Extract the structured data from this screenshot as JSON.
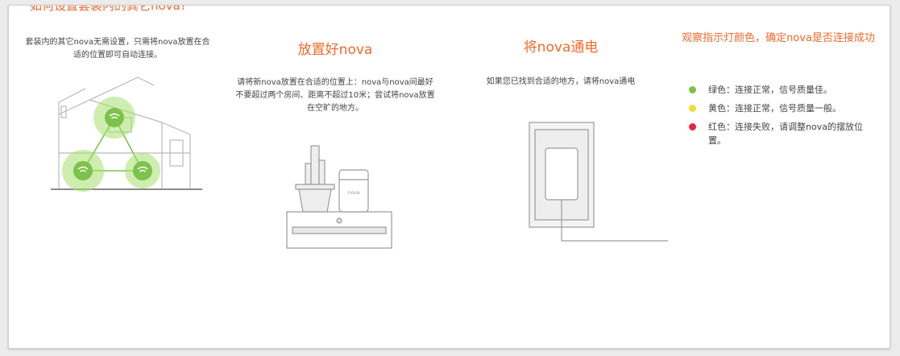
{
  "steps": [
    {
      "title": "如何设置套装内的其它nova?",
      "desc": "套装内的其它nova无需设置，只需将nova放置在合适的位置即可自动连接。",
      "illustration_icon": "house-mesh-illustration"
    },
    {
      "title": "放置好nova",
      "desc": "请将新nova放置在合适的位置上：nova与nova间最好不要超过两个房间、距离不超过10米；尝试将nova放置在空旷的地方。",
      "illustration_icon": "shelf-cactus-router-illustration"
    },
    {
      "title": "将nova通电",
      "desc": "如果您已找到合适的地方，请将nova通电",
      "illustration_icon": "power-outlet-illustration"
    },
    {
      "title": "观察指示灯颜色，确定nova是否连接成功"
    }
  ],
  "router_label": "nova",
  "status_items": [
    {
      "color": "#7dc341",
      "text": "绿色：连接正常，信号质量佳。"
    },
    {
      "color": "#f2dd35",
      "text": "黄色：连接正常，信号质量一般。"
    },
    {
      "color": "#e8253f",
      "text": "红色：连接失败，请调整nova的摆放位置。"
    }
  ],
  "colors": {
    "accent": "#ef6a2c",
    "signal_green": "#a5e06e"
  }
}
